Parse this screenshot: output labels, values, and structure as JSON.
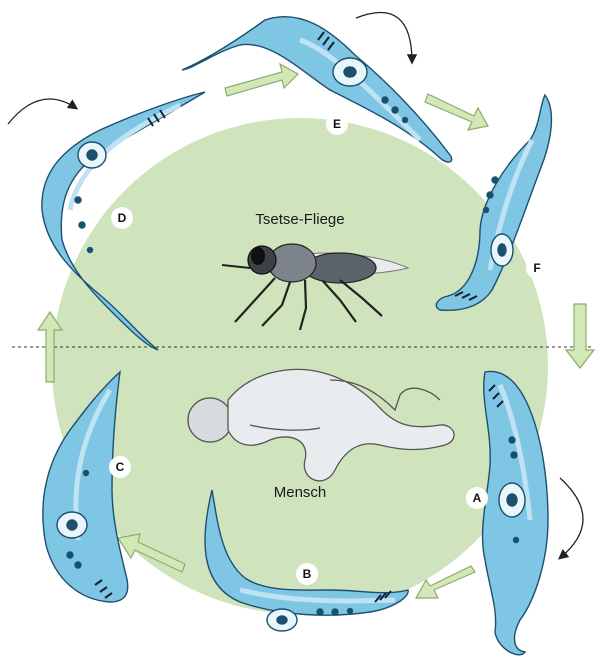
{
  "diagram": {
    "center_labels": {
      "vector": "Tsetse-Fliege",
      "host": "Mensch"
    },
    "stages": [
      {
        "id": "stage-a",
        "letter": "A"
      },
      {
        "id": "stage-b",
        "letter": "B"
      },
      {
        "id": "stage-c",
        "letter": "C"
      },
      {
        "id": "stage-d",
        "letter": "D"
      },
      {
        "id": "stage-e",
        "letter": "E"
      },
      {
        "id": "stage-f",
        "letter": "F"
      }
    ],
    "colors": {
      "circle": "#cfe3bc",
      "cell_fill": "#7fc6e4",
      "cell_light": "#bfe3f3",
      "cell_stroke": "#1d4f6e",
      "nucleus": "#e9f6fb",
      "arrow_fill": "#d4e8b7",
      "arrow_stroke": "#8cab6c"
    }
  }
}
